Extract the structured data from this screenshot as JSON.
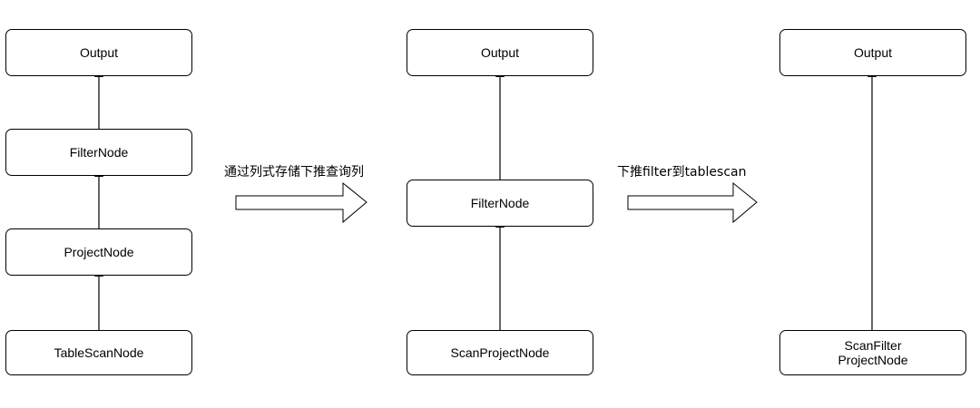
{
  "stage1": {
    "output": "Output",
    "filter": "FilterNode",
    "project": "ProjectNode",
    "scan": "TableScanNode"
  },
  "transform1": {
    "label": "通过列式存储下推查询列"
  },
  "stage2": {
    "output": "Output",
    "filter": "FilterNode",
    "scan": "ScanProjectNode"
  },
  "transform2": {
    "label": "下推filter到tablescan"
  },
  "stage3": {
    "output": "Output",
    "scan_line1": "ScanFilter",
    "scan_line2": "ProjectNode"
  },
  "colors": {
    "stroke": "#000000",
    "fill": "#ffffff"
  }
}
